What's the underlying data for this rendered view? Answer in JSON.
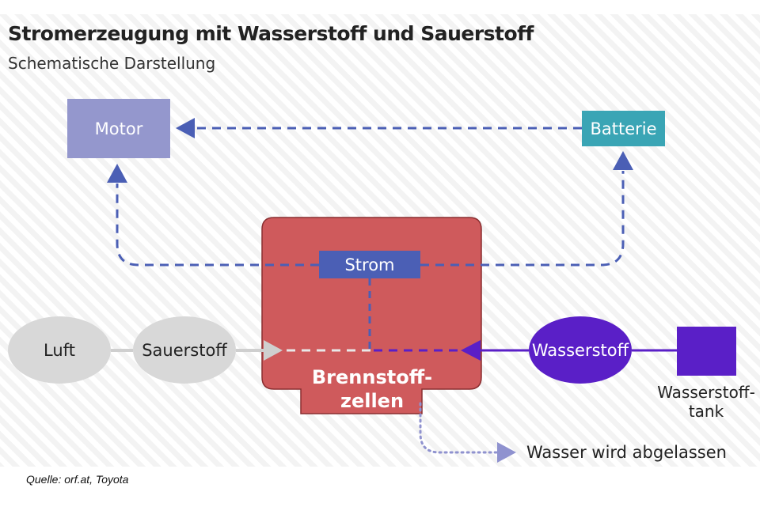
{
  "title": "Stromerzeugung mit Wasserstoff und Sauerstoff",
  "subtitle": "Schematische Darstellung",
  "source": "Quelle: orf.at, Toyota",
  "nodes": {
    "motor": "Motor",
    "batterie": "Batterie",
    "strom": "Strom",
    "luft": "Luft",
    "sauerstoff": "Sauerstoff",
    "wasserstoff": "Wasserstoff",
    "tank": "Wasserstoff-\ntank",
    "brennstoffzellen": "Brennstoff-\nzellen",
    "wasser": "Wasser wird abgelassen"
  },
  "colors": {
    "motor": "#9497cd",
    "batterie": "#3aa5b5",
    "strom": "#4b5fb5",
    "fuel_cell": "#cf5a5c",
    "hydrogen": "#5a1fc7",
    "air": "#d8d8d8",
    "dashed_line": "#4b5fb5",
    "water_line": "#8f92cf"
  }
}
